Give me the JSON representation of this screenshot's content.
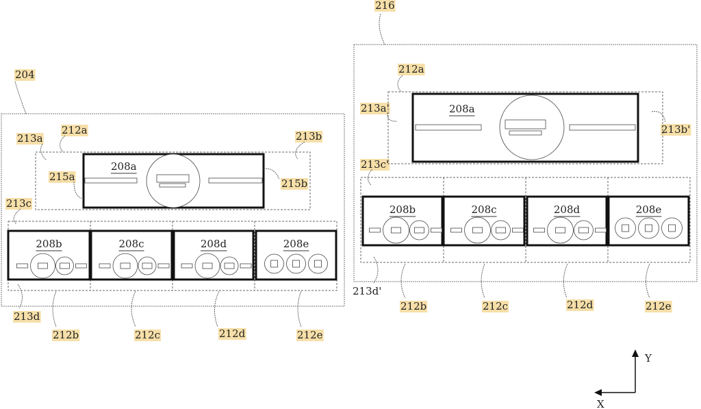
{
  "colors": {
    "highlight": "#f6dfa8",
    "line": "#111111"
  },
  "left_figure": {
    "ref": "204",
    "zone_a": "212a",
    "side_a": "213a",
    "side_b": "213b",
    "edge_a": "215a",
    "edge_b": "215b",
    "main_unit": "208a",
    "row_top": "213c",
    "row_bottom": "213d",
    "units": [
      "208b",
      "208c",
      "208d",
      "208e"
    ],
    "zones": [
      "212b",
      "212c",
      "212d",
      "212e"
    ]
  },
  "right_figure": {
    "ref": "216",
    "zone_a": "212a",
    "side_a": "213a'",
    "side_b": "213b'",
    "main_unit": "208a",
    "row_top": "213c'",
    "row_bottom": "213d'",
    "units": [
      "208b",
      "208c",
      "208d",
      "208e"
    ],
    "zones": [
      "212b",
      "212c",
      "212d",
      "212e"
    ]
  },
  "axes": {
    "y": "Y",
    "x": "X"
  }
}
